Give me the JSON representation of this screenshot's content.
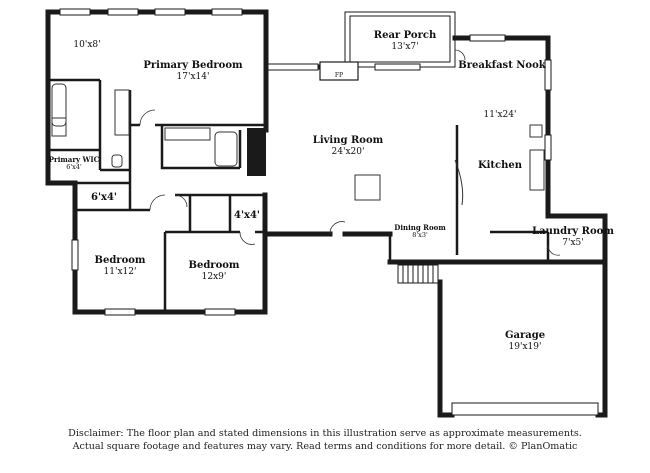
{
  "rooms": {
    "primary_closet": {
      "name": "",
      "dims": "10'x8'"
    },
    "primary_bedroom": {
      "name": "Primary Bedroom",
      "dims": "17'x14'"
    },
    "primary_wic": {
      "name": "Primary WIC",
      "dims": "6'x4'"
    },
    "rear_porch": {
      "name": "Rear Porch",
      "dims": "13'x7'"
    },
    "breakfast_nook": {
      "name": "Breakfast Nook",
      "dims": ""
    },
    "nook_kitchen_dims": {
      "name": "",
      "dims": "11'x24'"
    },
    "kitchen": {
      "name": "Kitchen",
      "dims": ""
    },
    "living_room": {
      "name": "Living Room",
      "dims": "24'x20'"
    },
    "hall_6x4": {
      "name": "",
      "dims": "6'x4'"
    },
    "closet_4x4": {
      "name": "",
      "dims": "4'x4'"
    },
    "bedroom_1": {
      "name": "Bedroom",
      "dims": "11'x12'"
    },
    "bedroom_2": {
      "name": "Bedroom",
      "dims": "12x9'"
    },
    "dining_room": {
      "name": "Dining Room",
      "dims": "8'x3'"
    },
    "laundry_room": {
      "name": "Laundry Room",
      "dims": "7'x5'"
    },
    "garage": {
      "name": "Garage",
      "dims": "19'x19'"
    }
  },
  "fireplace_label": "FP",
  "disclaimer": {
    "line1": "Disclaimer: The floor plan and stated dimensions in this illustration serve as approximate measurements.",
    "line2": "Actual square footage and features may vary. Read terms and conditions for more detail. © PlanOmatic"
  },
  "colors": {
    "wall": "#1a1a1a",
    "fixture": "#333333",
    "window": "#ffffff"
  }
}
